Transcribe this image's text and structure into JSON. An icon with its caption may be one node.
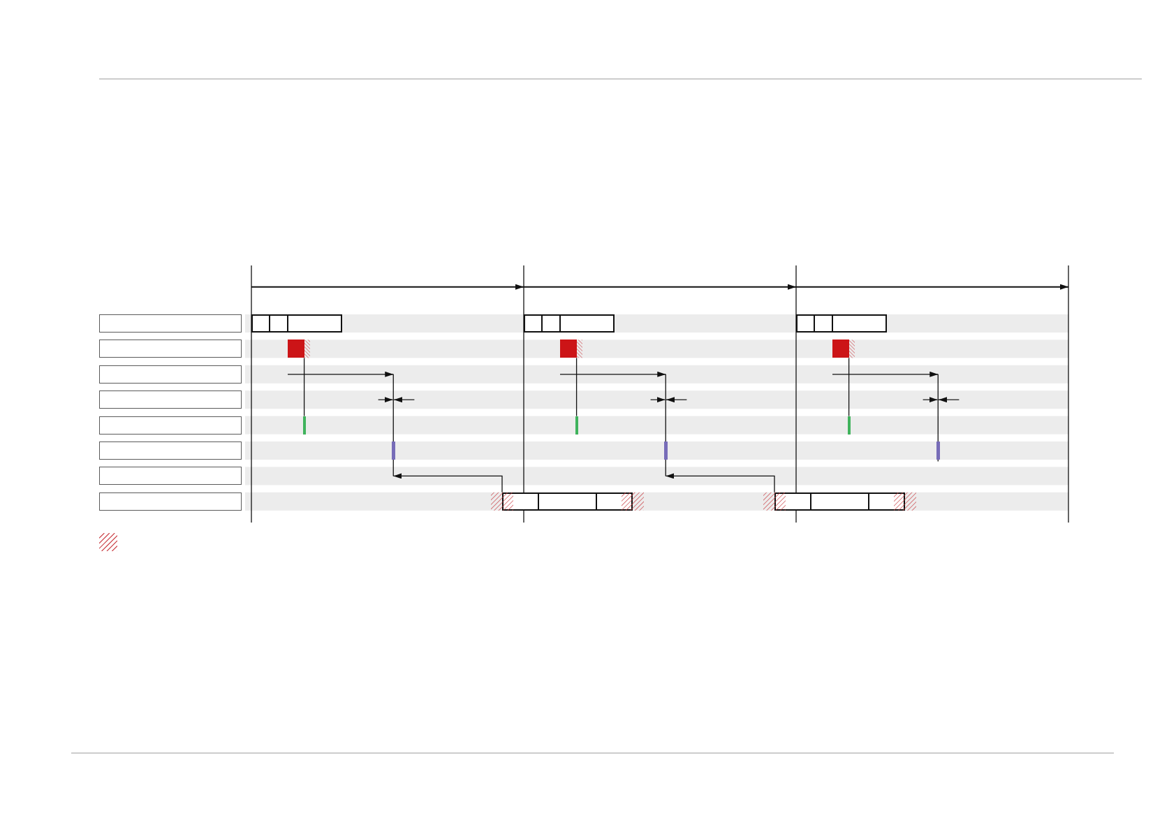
{
  "diagram": {
    "nodes": [
      {
        "text": [],
        "shape": "box"
      },
      {
        "text": [],
        "shape": "box"
      },
      {
        "text": [],
        "shape": "box"
      },
      {
        "text": [],
        "shape": "box"
      },
      {
        "text": [],
        "shape": "box"
      },
      {
        "text": [],
        "shape": "box"
      },
      {
        "text": [],
        "shape": "box"
      },
      {
        "text": [],
        "shape": "box"
      },
      {
        "text": [],
        "shape": "box"
      },
      {
        "text": [],
        "shape": "box"
      },
      {
        "text": [],
        "shape": "bar"
      },
      {
        "text": [],
        "shape": "bar"
      },
      {
        "text": [],
        "shape": "box"
      },
      {
        "text": [],
        "shape": "box"
      },
      {
        "text": [],
        "shape": "box"
      },
      {
        "text": [],
        "shape": "bar"
      },
      {
        "text": [],
        "shape": "bar"
      },
      {
        "text": [],
        "shape": "box"
      },
      {
        "text": [],
        "shape": "box"
      },
      {
        "text": [],
        "shape": "box"
      },
      {
        "text": [],
        "shape": "bar"
      },
      {
        "text": [],
        "shape": "bar"
      }
    ],
    "edges": [
      {
        "from": 9,
        "to": 10,
        "arrow": "none"
      },
      {
        "from": 12,
        "to": 11,
        "arrow": "to"
      },
      {
        "from": 14,
        "to": 15,
        "arrow": "none"
      },
      {
        "from": 17,
        "to": 16,
        "arrow": "to"
      },
      {
        "from": 19,
        "to": 20,
        "arrow": "none"
      }
    ]
  }
}
